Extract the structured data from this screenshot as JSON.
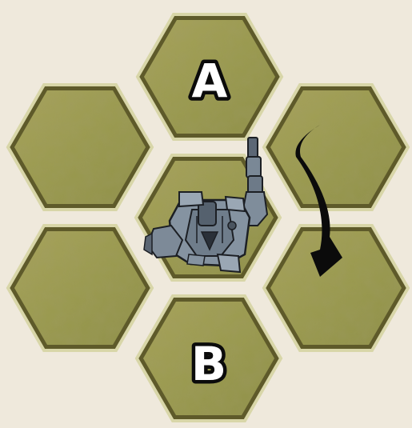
{
  "board": {
    "background_color": "#efe9dc",
    "hex_fill_color": "#9c9a4f",
    "hex_edge_light": "#d8d6a8",
    "hex_edge_dark": "#5e5a2a",
    "hexes": [
      {
        "id": "top",
        "label": "A"
      },
      {
        "id": "upper-left",
        "label": ""
      },
      {
        "id": "upper-right",
        "label": ""
      },
      {
        "id": "center",
        "label": ""
      },
      {
        "id": "lower-left",
        "label": ""
      },
      {
        "id": "lower-right",
        "label": ""
      },
      {
        "id": "bottom",
        "label": "B"
      }
    ]
  },
  "unit": {
    "icon": "battle-mech-icon",
    "color": "#7a8896"
  },
  "rotation_arrow": {
    "icon": "curved-arrow-icon",
    "direction": "clockwise",
    "color": "#0b0b0b"
  }
}
